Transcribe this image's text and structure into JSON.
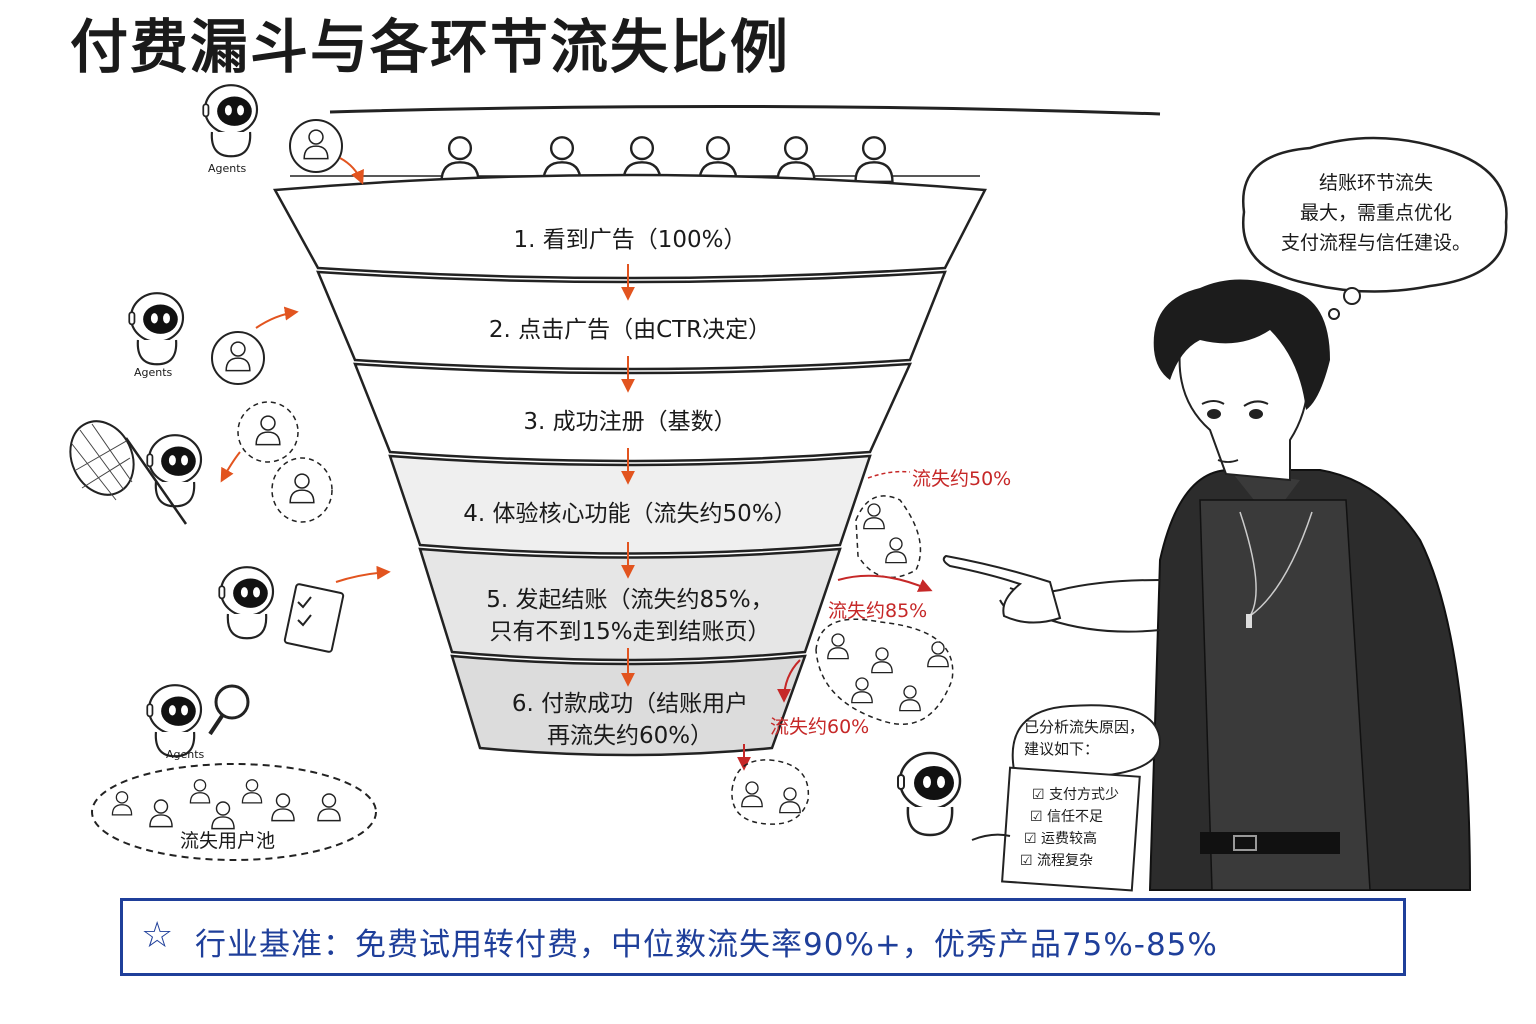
{
  "title": "付费漏斗与各环节流失比例",
  "stages": [
    {
      "lines": [
        "1. 看到广告（100%）"
      ]
    },
    {
      "lines": [
        "2. 点击广告（由CTR决定）"
      ]
    },
    {
      "lines": [
        "3. 成功注册（基数）"
      ]
    },
    {
      "lines": [
        "4. 体验核心功能（流失约50%）"
      ]
    },
    {
      "lines": [
        "5. 发起结账（流失约85%，",
        "只有不到15%走到结账页）"
      ]
    },
    {
      "lines": [
        "6. 付款成功（结账用户",
        "再流失约60%）"
      ]
    }
  ],
  "loss_labels": [
    "流失约50%",
    "流失约85%",
    "流失约60%"
  ],
  "thought_bubble": [
    "结账环节流失",
    "最大，需重点优化",
    "支付流程与信任建设。"
  ],
  "robot_note": {
    "speech": [
      "已分析流失原因，",
      "建议如下："
    ],
    "checklist": [
      "支付方式少",
      "信任不足",
      "运费较高",
      "流程复杂"
    ]
  },
  "agent_tag": "Agents",
  "pool_label": "流失用户池",
  "banner": "行业基准：免费试用转付费，中位数流失率90%+，优秀产品75%-85%",
  "colors": {
    "accent_red": "#c62828",
    "banner_blue": "#1f3f9a",
    "ink": "#1a1a1a"
  }
}
